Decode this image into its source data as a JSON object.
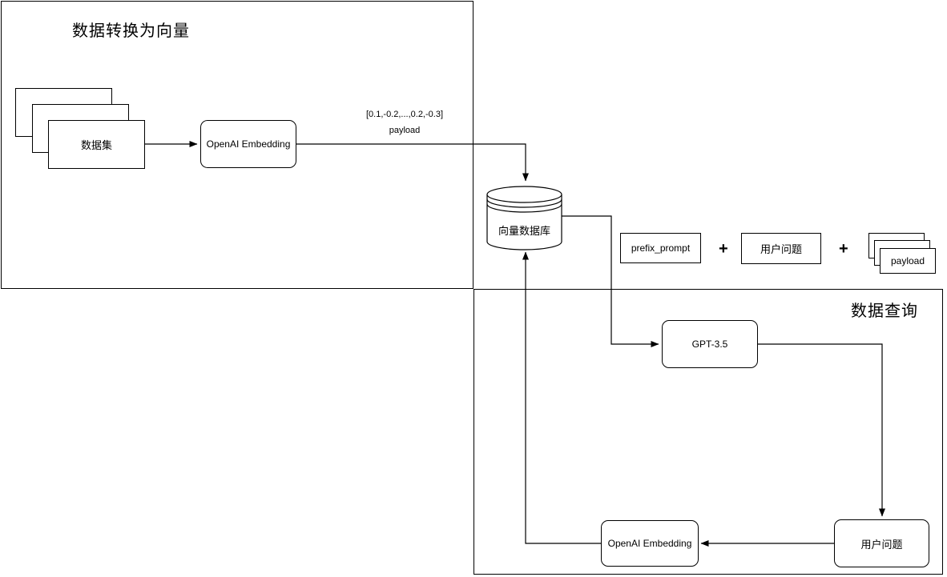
{
  "diagram": {
    "colors": {
      "stroke": "#000000",
      "background": "#ffffff"
    },
    "sections": {
      "ingest": {
        "title": "数据转换为向量"
      },
      "query": {
        "title": "数据查询"
      }
    },
    "nodes": {
      "dataset": {
        "label": "数据集"
      },
      "embedding_ingest": {
        "label": "OpenAI Embedding"
      },
      "vector_db": {
        "label": "向量数据库"
      },
      "prefix_prompt": {
        "label": "prefix_prompt"
      },
      "user_question_concat": {
        "label": "用户问题"
      },
      "payload_doc": {
        "label": "payload"
      },
      "gpt": {
        "label": "GPT-3.5"
      },
      "embedding_query": {
        "label": "OpenAI Embedding"
      },
      "user_question_query": {
        "label": "用户问题"
      }
    },
    "edge_labels": {
      "vector_value": "[0.1,-0.2,...,0.2,-0.3]",
      "vector_payload": "payload"
    },
    "operators": {
      "plus_1": "+",
      "plus_2": "+"
    }
  }
}
